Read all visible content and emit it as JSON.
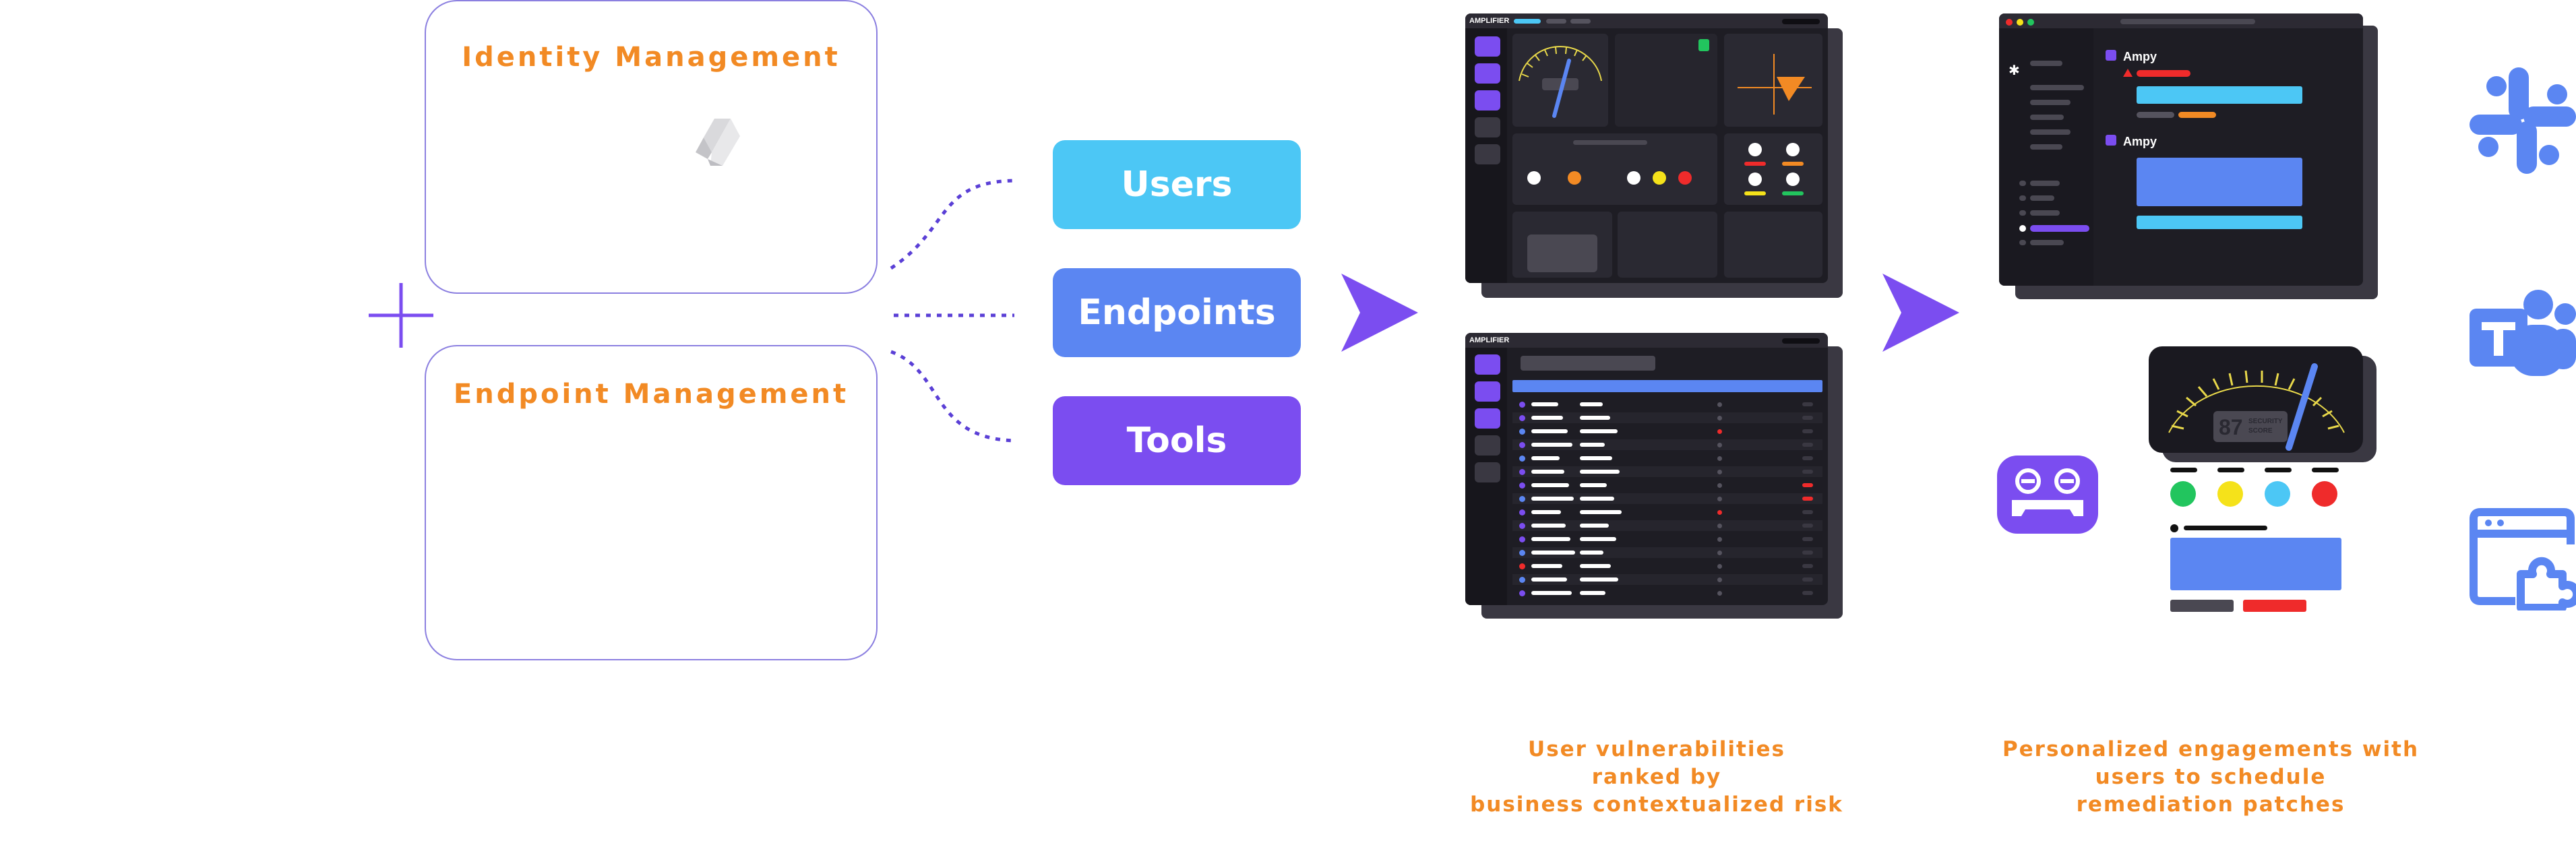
{
  "identity_box": {
    "title": "Identity Management"
  },
  "endpoint_box": {
    "title": "Endpoint Management"
  },
  "categories": [
    "Users",
    "Endpoints",
    "Tools"
  ],
  "dashboard": {
    "brand": "AMPLIFIER"
  },
  "table_view": {
    "brand": "AMPLIFIER"
  },
  "chat": {
    "bot_name_1": "Ampy",
    "bot_name_2": "Ampy"
  },
  "gauge": {
    "score": "87",
    "score_label_1": "SECURITY",
    "score_label_2": "SCORE"
  },
  "captions": {
    "left": [
      "User vulnerabilities",
      "ranked by",
      "business contextualized risk"
    ],
    "right": [
      "Personalized engagements with",
      "users to schedule",
      "remediation patches"
    ]
  },
  "integrations": [
    "slack-icon",
    "teams-icon",
    "browser-extension-icon"
  ],
  "colors": {
    "orange": "#f28a24",
    "purple": "#7b4df0",
    "users": "#4cc7f5",
    "endpoints": "#5b86f2",
    "tools": "#7b4df0",
    "line": "#5a3fd6"
  }
}
